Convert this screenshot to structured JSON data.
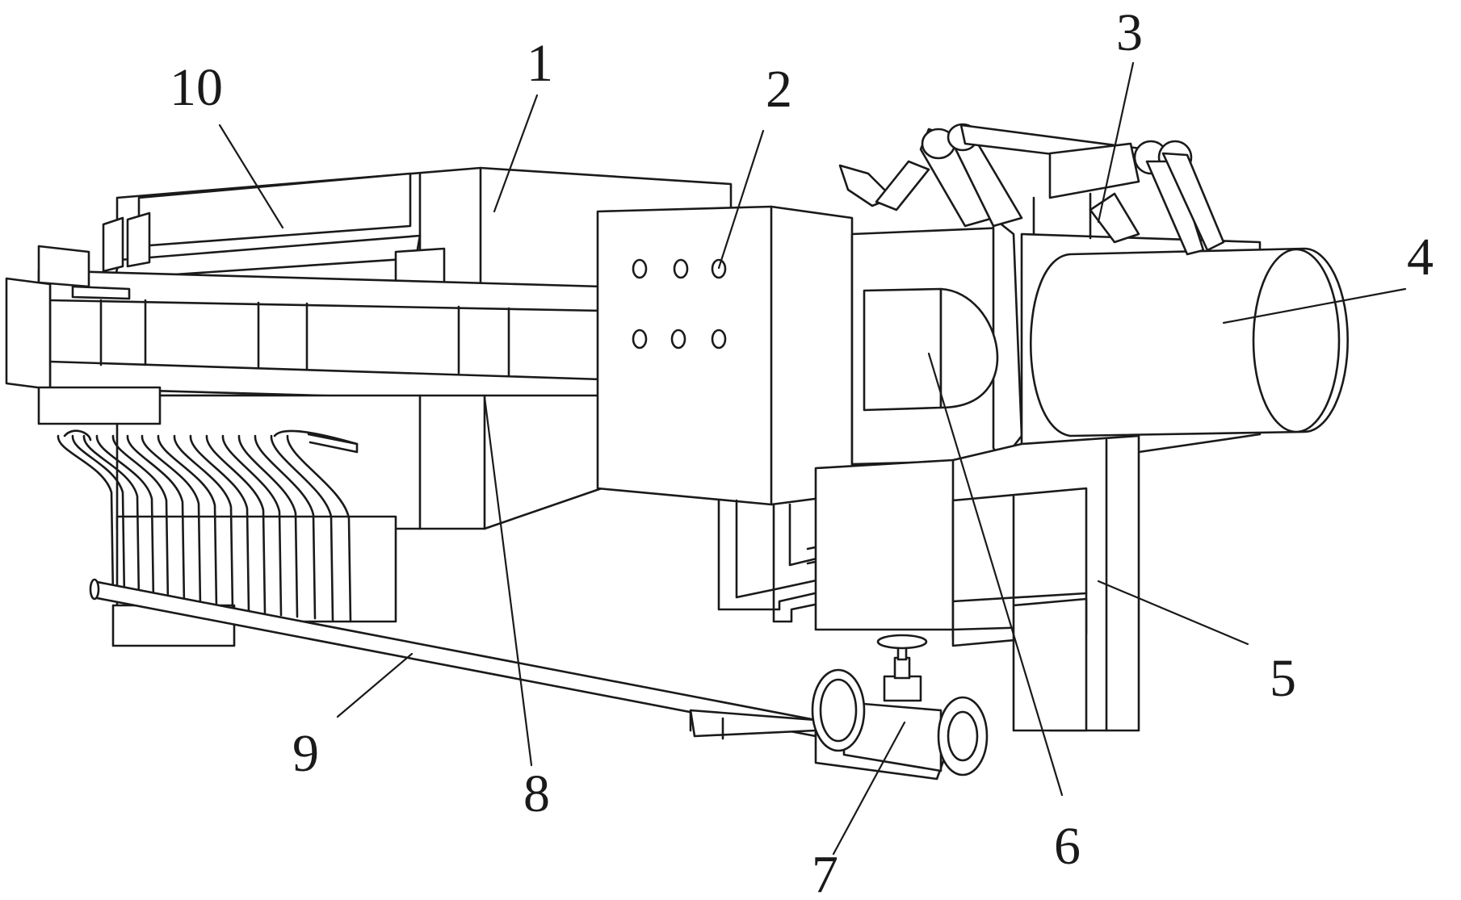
{
  "colors": {
    "line": "#1a1a1a",
    "background": "#ffffff"
  },
  "labels": [
    {
      "id": "1",
      "text": "1"
    },
    {
      "id": "2",
      "text": "2"
    },
    {
      "id": "3",
      "text": "3"
    },
    {
      "id": "4",
      "text": "4"
    },
    {
      "id": "5",
      "text": "5"
    },
    {
      "id": "6",
      "text": "6"
    },
    {
      "id": "7",
      "text": "7"
    },
    {
      "id": "8",
      "text": "8"
    },
    {
      "id": "9",
      "text": "9"
    },
    {
      "id": "10",
      "text": "10"
    }
  ]
}
